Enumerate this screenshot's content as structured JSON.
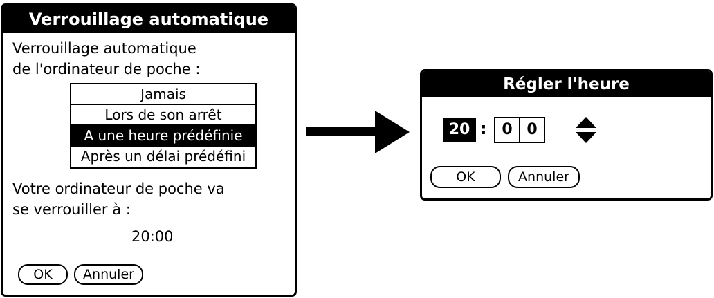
{
  "lock_dialog": {
    "title": "Verrouillage automatique",
    "prompt_line1": "Verrouillage automatique",
    "prompt_line2": "de l'ordinateur de poche :",
    "options": [
      {
        "label": "Jamais",
        "selected": false
      },
      {
        "label": "Lors de son arrêt",
        "selected": false
      },
      {
        "label": "A une heure prédéfinie",
        "selected": true
      },
      {
        "label": "Après un délai prédéfini",
        "selected": false
      }
    ],
    "info_line1": "Votre ordinateur de poche va",
    "info_line2": "se verrouiller à :",
    "lock_time": "20:00",
    "ok_label": "OK",
    "cancel_label": "Annuler"
  },
  "time_dialog": {
    "title": "Régler l'heure",
    "hour": "20",
    "separator": ":",
    "minute_tens": "0",
    "minute_ones": "0",
    "ok_label": "OK",
    "cancel_label": "Annuler"
  },
  "icons": {
    "arrow": "arrow-right-icon",
    "spinner": "up-down-arrows-icon"
  }
}
